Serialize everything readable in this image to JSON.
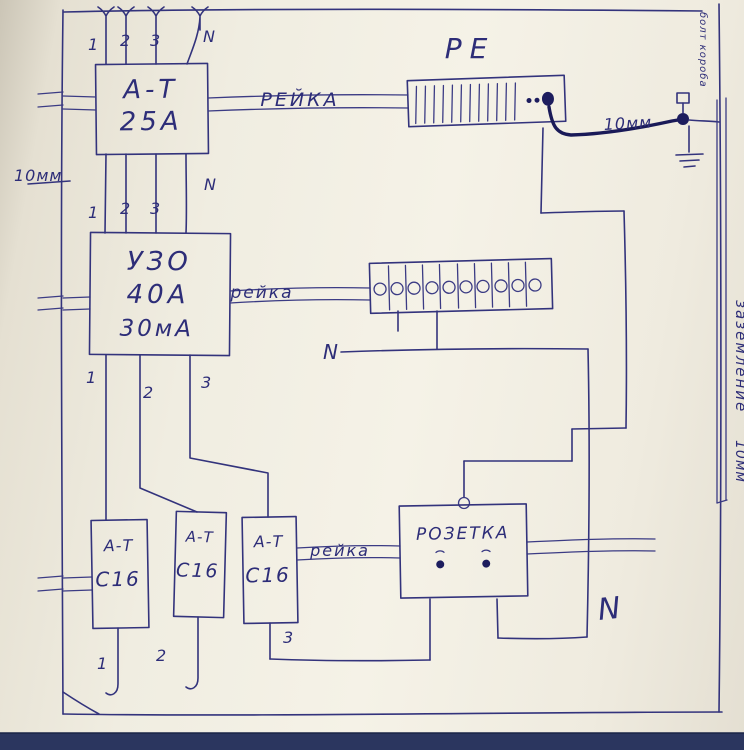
{
  "colors": {
    "ink": "#33337c",
    "ink_dark": "#1a1a58",
    "paper_light": "#f5f2e7",
    "paper_shade": "#cbc5b6",
    "table_strip": "#2b365f"
  },
  "main_breaker": {
    "type": "А-Т",
    "rating": "25А"
  },
  "rcd": {
    "name": "УЗО",
    "rating": "40А",
    "leakage": "30мА"
  },
  "branch_breakers": [
    {
      "type": "А-Т",
      "rating": "С16"
    },
    {
      "type": "А-Т",
      "rating": "С16"
    },
    {
      "type": "А-Т",
      "rating": "С16"
    }
  ],
  "buses": {
    "pe": "РЕ"
  },
  "socket": {
    "label": "РОЗЕТКА"
  },
  "rails": {
    "top": "РЕЙКА",
    "middle": "рейка",
    "bottom": "рейка"
  },
  "notes": {
    "wire_size_left": "10мм",
    "wire_size_pe": "10мм",
    "corner": "болт короба",
    "ground_vertical": "заземление",
    "ground_size": "10мм",
    "neutral_mid": "N",
    "neutral_bottom": "N"
  },
  "wire_numbers": {
    "incoming": [
      "1",
      "2",
      "3",
      "N"
    ],
    "to_rcd": [
      "1",
      "2",
      "3",
      "N"
    ],
    "rcd_out": [
      "1",
      "2",
      "3"
    ],
    "breaker_out": [
      "1",
      "2",
      "3"
    ]
  }
}
